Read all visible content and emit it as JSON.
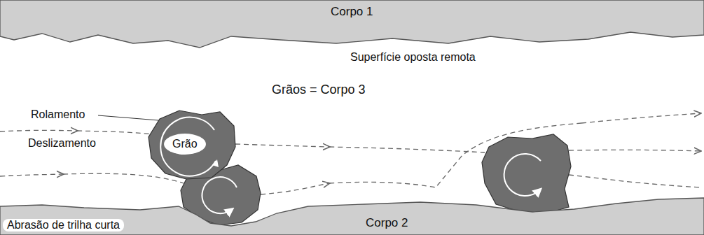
{
  "diagram": {
    "nodes": [
      {
        "text": [
          "Corpo 1"
        ]
      },
      {
        "text": [
          "Grão"
        ]
      },
      {
        "text": [
          "Corpo 2"
        ]
      }
    ],
    "labels": [
      "Superfície oposta remota",
      "Grãos = Corpo 3",
      "Rolamento",
      "Deslizamento",
      "Abrasão de trilha curta"
    ]
  }
}
